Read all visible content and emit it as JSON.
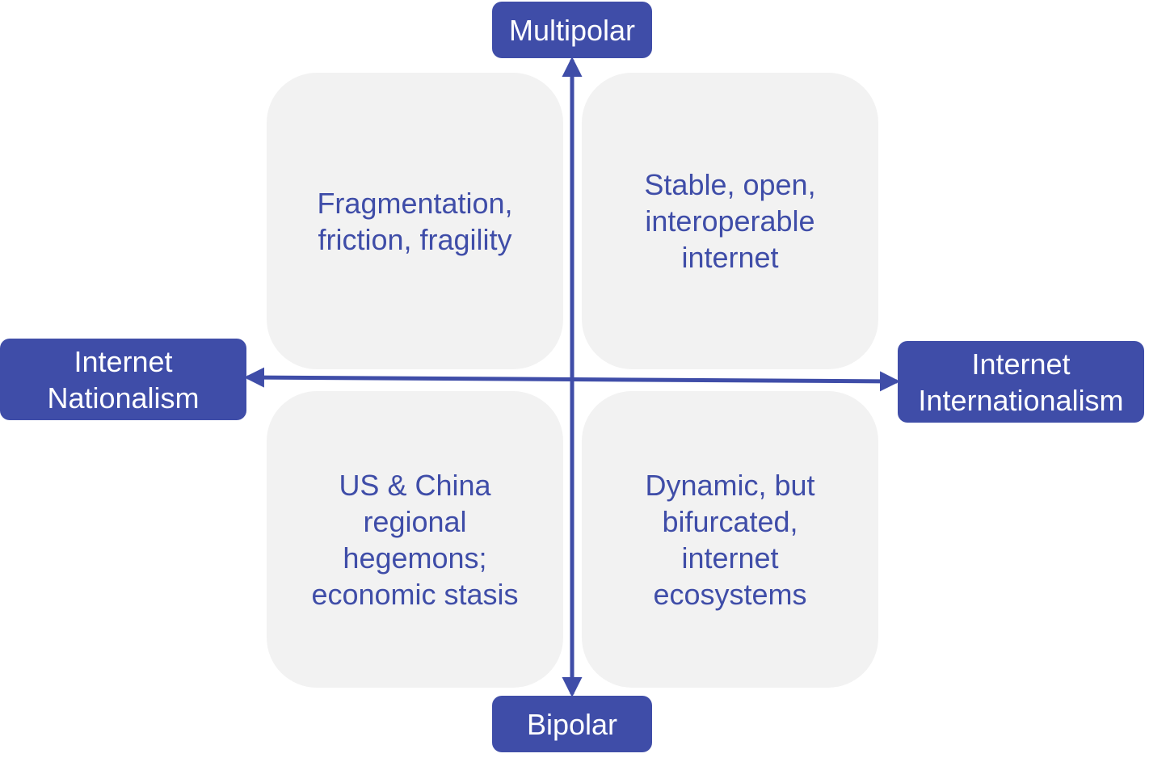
{
  "diagram": {
    "type": "2x2 scenario matrix",
    "accent_color": "#3f4da8",
    "quadrant_fill": "#f2f2f2",
    "axes": {
      "vertical": {
        "top_label": "Multipolar",
        "bottom_label": "Bipolar"
      },
      "horizontal": {
        "left_label": "Internet\nNationalism",
        "right_label": "Internet\nInternationalism"
      }
    },
    "quadrants": {
      "top_left": "Fragmentation,\nfriction, fragility",
      "top_right": "Stable, open,\ninteroperable\ninternet",
      "bottom_left": "US & China\nregional\nhegemons;\neconomic stasis",
      "bottom_right": "Dynamic, but\nbifurcated,\ninternet\necosystems"
    }
  }
}
